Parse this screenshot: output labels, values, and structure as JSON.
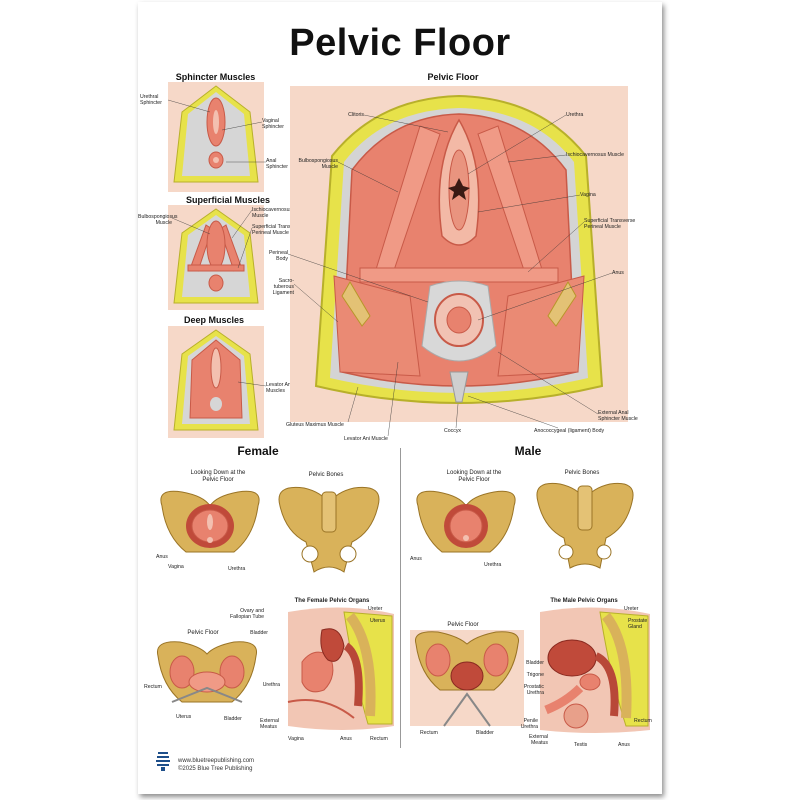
{
  "title": "Pelvic Floor",
  "sections": {
    "sphincter": "Sphincter Muscles",
    "superficial": "Superficial Muscles",
    "deep": "Deep Muscles",
    "main": "Pelvic Floor",
    "female": "Female",
    "male": "Male"
  },
  "sphincter_labels": {
    "urethral": "Urethral\nSphincter",
    "vaginal": "Vaginal\nSphincter",
    "anal": "Anal\nSphincter"
  },
  "superficial_labels": {
    "bulbo": "Bulbospongiosus\nMuscle",
    "ischio": "Ischiocavernosus\nMuscle",
    "transverse": "Superficial Transverse\nPerineal Muscle"
  },
  "deep_labels": {
    "levator": "Levator Ani\nMuscles"
  },
  "main_labels": {
    "clitoris": "Clitoris",
    "urethra": "Urethra",
    "bulbo": "Bulbospongiosus\nMuscle",
    "ischio": "Ischiocavernosus Muscle",
    "vagina": "Vagina",
    "transverse": "Superficial Transverse\nPerineal Muscle",
    "perineal": "Perineal\nBody",
    "anus": "Anus",
    "sacro": "Sacro-\ntuberous\nLigament",
    "gluteus": "Gluteus Maximus Muscle",
    "levator": "Levator Ani Muscle",
    "coccyx": "Coccyx",
    "external_anal": "External Anal\nSphincter Muscle",
    "anococcygeal": "Anococcygeal (ligament) Body"
  },
  "female": {
    "looking_down": "Looking Down at the\nPelvic Floor",
    "pelvic_bones": "Pelvic Bones",
    "anus": "Anus",
    "vagina": "Vagina",
    "urethra": "Urethra",
    "organs_title": "The Female Pelvic Organs",
    "pelvic_floor": "Pelvic Floor",
    "ovary": "Ovary and\nFallopian Tube",
    "bladder": "Bladder",
    "ureter": "Ureter",
    "uterus_top": "Uterus",
    "rectum_left": "Rectum",
    "uterus": "Uterus",
    "bladder_bottom": "Bladder",
    "urethra2": "Urethra",
    "external_meatus": "External\nMeatus",
    "vagina2": "Vagina",
    "anus2": "Anus",
    "rectum2": "Rectum"
  },
  "male": {
    "looking_down": "Looking Down at the\nPelvic Floor",
    "pelvic_bones": "Pelvic Bones",
    "anus": "Anus",
    "urethra": "Urethra",
    "organs_title": "The Male Pelvic Organs",
    "pelvic_floor": "Pelvic Floor",
    "ureter": "Ureter",
    "prostate": "Prostate\nGland",
    "bladder": "Bladder",
    "trigone": "Trigone",
    "prostatic": "Prostatic\nUrethra",
    "penile": "Penile\nUrethra",
    "external_meatus": "External\nMeatus",
    "rectum_left": "Rectum",
    "bladder_bottom": "Bladder",
    "testis": "Testis",
    "anus2": "Anus",
    "rectum2": "Rectum"
  },
  "footer": {
    "url": "www.bluetreepublishing.com",
    "copyright": "©2025 Blue Tree Publishing"
  },
  "colors": {
    "muscle": "#e8826e",
    "muscle_dark": "#c85a48",
    "fat": "#e7e24a",
    "bone": "#d9b25a",
    "skin": "#f6d8c8",
    "ligament": "#c9c9c9"
  }
}
